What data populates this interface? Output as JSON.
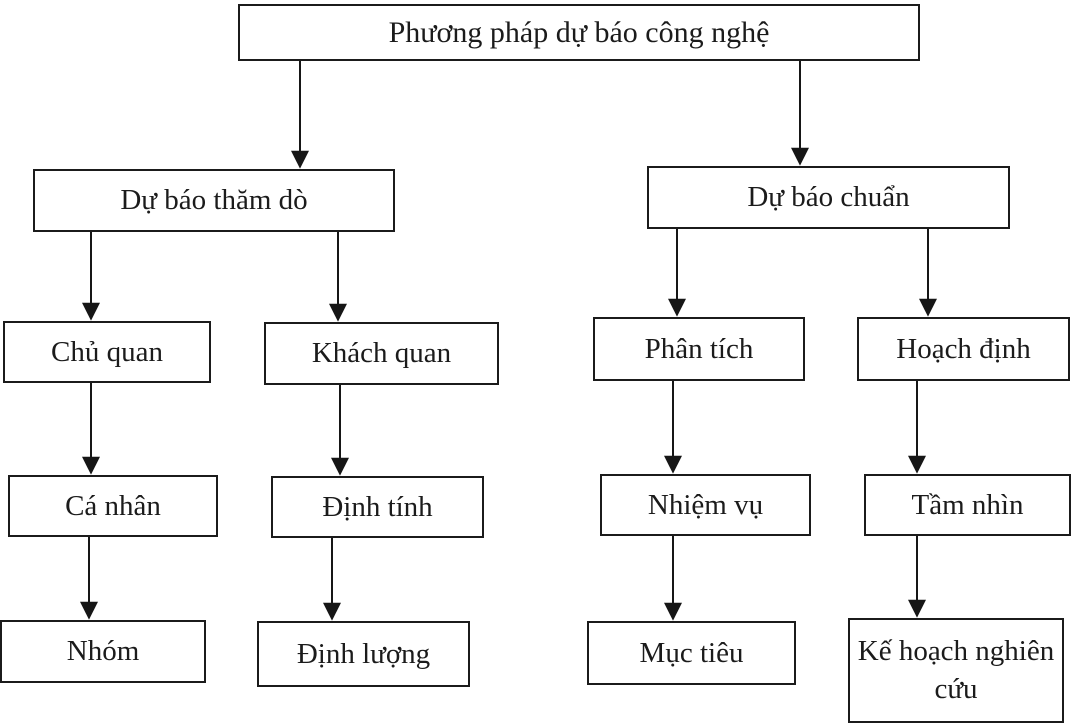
{
  "diagram_title": "Phương pháp dự báo công nghệ",
  "nodes": {
    "root": "Phương pháp dự báo công nghệ",
    "tham_do": "Dự báo thăm dò",
    "chuan": "Dự báo chuẩn",
    "chu_quan": "Chủ quan",
    "khach_quan": "Khách quan",
    "phan_tich": "Phân tích",
    "hoach_dinh": "Hoạch định",
    "ca_nhan": "Cá nhân",
    "dinh_tinh": "Định tính",
    "nhiem_vu": "Nhiệm vụ",
    "tam_nhin": "Tầm nhìn",
    "nhom": "Nhóm",
    "dinh_luong": "Định lượng",
    "muc_tieu": "Mục tiêu",
    "ke_hoach": "Kế hoạch nghiên cứu"
  },
  "edges": [
    {
      "from": "root",
      "to": "tham_do"
    },
    {
      "from": "root",
      "to": "chuan"
    },
    {
      "from": "tham_do",
      "to": "chu_quan"
    },
    {
      "from": "tham_do",
      "to": "khach_quan"
    },
    {
      "from": "chuan",
      "to": "phan_tich"
    },
    {
      "from": "chuan",
      "to": "hoach_dinh"
    },
    {
      "from": "chu_quan",
      "to": "ca_nhan"
    },
    {
      "from": "khach_quan",
      "to": "dinh_tinh"
    },
    {
      "from": "phan_tich",
      "to": "nhiem_vu"
    },
    {
      "from": "hoach_dinh",
      "to": "tam_nhin"
    },
    {
      "from": "ca_nhan",
      "to": "nhom"
    },
    {
      "from": "dinh_tinh",
      "to": "dinh_luong"
    },
    {
      "from": "nhiem_vu",
      "to": "muc_tieu"
    },
    {
      "from": "tam_nhin",
      "to": "ke_hoach"
    }
  ],
  "colors": {
    "background": "#ffffff",
    "box_border": "#1b1b1b",
    "text": "#1b1b1b",
    "arrow": "#161616"
  }
}
